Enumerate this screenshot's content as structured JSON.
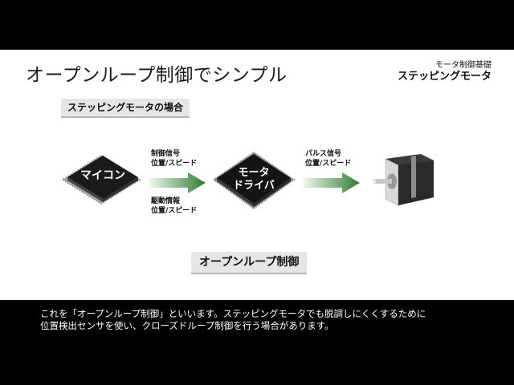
{
  "slide": {
    "title": "オープンループ制御でシンプル",
    "corner_line1": "モータ制御基礎",
    "corner_line2": "ステッピングモータ",
    "case_label": "ステッピングモータの場合",
    "mcu_label": "マイコン",
    "driver_line1": "モータ",
    "driver_line2": "ドライバ",
    "signal1_line1": "制御信号",
    "signal1_line2": "位置/スピード",
    "signal2_line1": "駆動情報",
    "signal2_line2": "位置/スピード",
    "signal3_line1": "パルス信号",
    "signal3_line2": "位置/スピード",
    "bottom_label": "オープンループ制御"
  },
  "caption": {
    "line1": "これを「オープンループ制御」といいます。ステッピングモータでも脱調しにくくするために",
    "line2": "位置検出センサを使い、クローズドループ制御を行う場合があります。"
  },
  "colors": {
    "arrow_dark": "#2f7d32",
    "arrow_light": "#e9f5e6",
    "chip_body": "#151515",
    "label_bg": "#e6e6e6"
  },
  "icons": {
    "mcu": "microcontroller-chip-icon",
    "driver": "motor-driver-chip-icon",
    "motor": "stepper-motor-icon",
    "arrow": "right-arrow-icon"
  }
}
